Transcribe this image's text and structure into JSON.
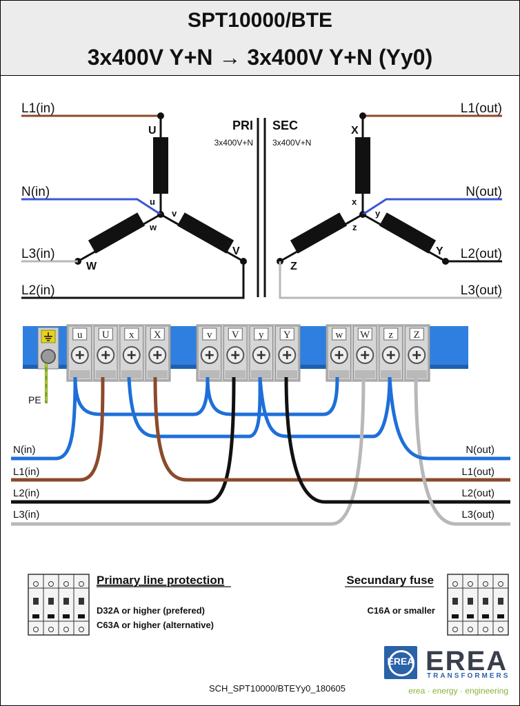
{
  "header": {
    "title": "SPT10000/BTE",
    "subtitle": "3x400V Y+N → 3x400V Y+N  (Yy0)"
  },
  "schematic": {
    "primary": {
      "label": "PRI",
      "rating": "3x400V+N",
      "inputs": [
        "L1(in)",
        "N(in)",
        "L3(in)",
        "L2(in)"
      ],
      "winding_start": [
        "U",
        "V",
        "W"
      ],
      "winding_end": [
        "u",
        "v",
        "w"
      ]
    },
    "secondary": {
      "label": "SEC",
      "rating": "3x400V+N",
      "outputs": [
        "L1(out)",
        "N(out)",
        "L2(out)",
        "L3(out)"
      ],
      "winding_start": [
        "X",
        "Y",
        "Z"
      ],
      "winding_end": [
        "x",
        "y",
        "z"
      ]
    }
  },
  "terminal_block": {
    "pe_label": "PE",
    "groups": [
      [
        "u",
        "U",
        "x",
        "X"
      ],
      [
        "v",
        "V",
        "y",
        "Y"
      ],
      [
        "w",
        "W",
        "z",
        "Z"
      ]
    ],
    "left_lines": [
      "N(in)",
      "L1(in)",
      "L2(in)",
      "L3(in)"
    ],
    "right_lines": [
      "N(out)",
      "L1(out)",
      "L2(out)",
      "L3(out)"
    ]
  },
  "protection": {
    "primary_title": "Primary line protection",
    "primary_lines": [
      "D32A or higher (prefered)",
      "C63A or higher (alternative)"
    ],
    "secondary_title": "Secundary fuse",
    "secondary_lines": [
      "C16A or smaller"
    ]
  },
  "footer": {
    "code": "SCH_SPT10000/BTEYy0_180605"
  },
  "brand": {
    "logo_text": "EREA",
    "name": "EREA",
    "subline": "TRANSFORMERS",
    "tagline": "erea · energy · engineering"
  },
  "colors": {
    "brown": "#8b4a2b",
    "blue": "#3a55d6",
    "grey": "#b8b8b8",
    "black": "#111111",
    "rail": "#2f7fe0",
    "cable_blue": "#1e6fd9"
  }
}
